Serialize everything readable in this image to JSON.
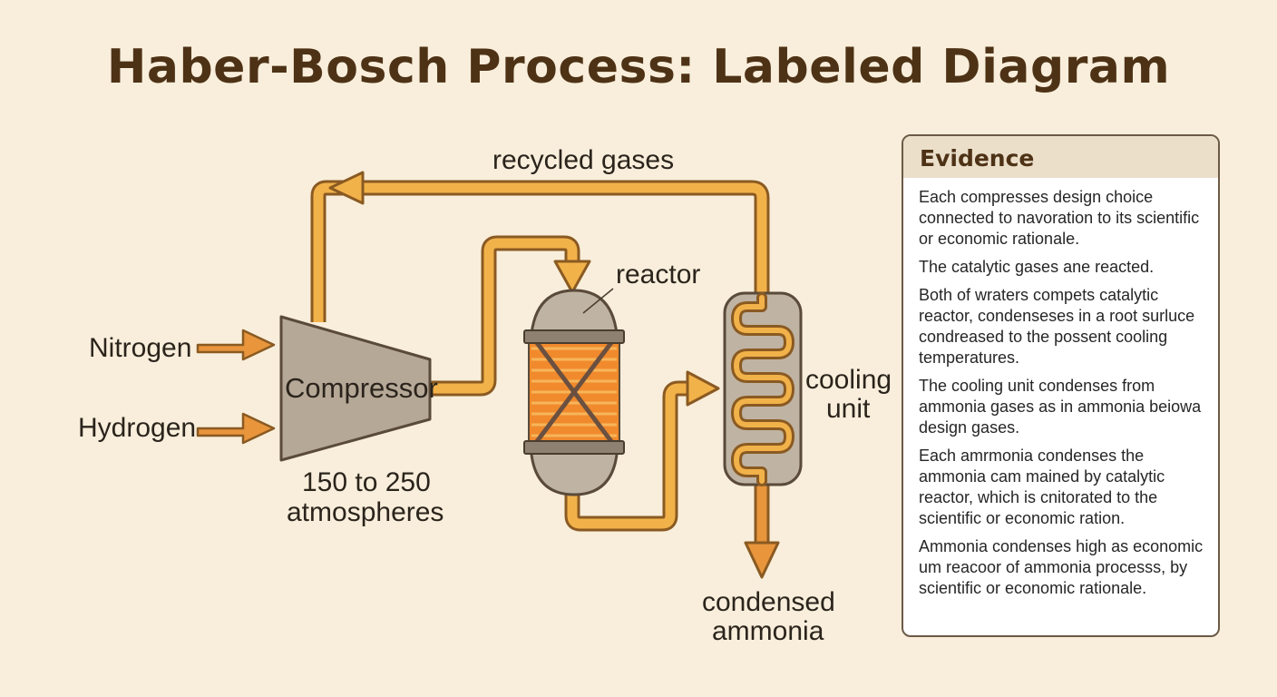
{
  "title": "Haber-Bosch Process: Labeled Diagram",
  "labels": {
    "nitrogen": "Nitrogen",
    "hydrogen": "Hydrogen",
    "compressor": "Compressor",
    "pressure_line1": "150 to 250",
    "pressure_line2": "atmospheres",
    "recycled": "recycled gases",
    "reactor": "reactor",
    "cooling_line1": "cooling",
    "cooling_line2": "unit",
    "condensed_line1": "condensed",
    "condensed_line2": "ammonia"
  },
  "evidence": {
    "heading": "Evidence",
    "items": [
      "Each compresses design choice connected to navoration to its scientific or economic rationale.",
      "The catalytic gases ane reacted.",
      "Both of wraters compets catalytic reactor, condenseses in a root surluce condreased to the possent cooling temperatures.",
      "The cooling unit condenses from ammonia gases as in ammonia beiowa design gases.",
      "Each amrmonia condenses the ammonia cam mained by catalytic reactor,  which is cnitorated to the scientific or economic ration.",
      "Ammonia condenses high as economic um reacoor of ammonia processs, by scientific or economic rationale."
    ]
  },
  "colors": {
    "background": "#f8eedb",
    "pipe_fill": "#f2b24a",
    "pipe_outline": "#8a5a22",
    "arrow_fill": "#e8953c",
    "vessel_gray": "#bfb3a3",
    "catalyst_orange": "#f08a2c",
    "title_brown": "#4e3216"
  }
}
